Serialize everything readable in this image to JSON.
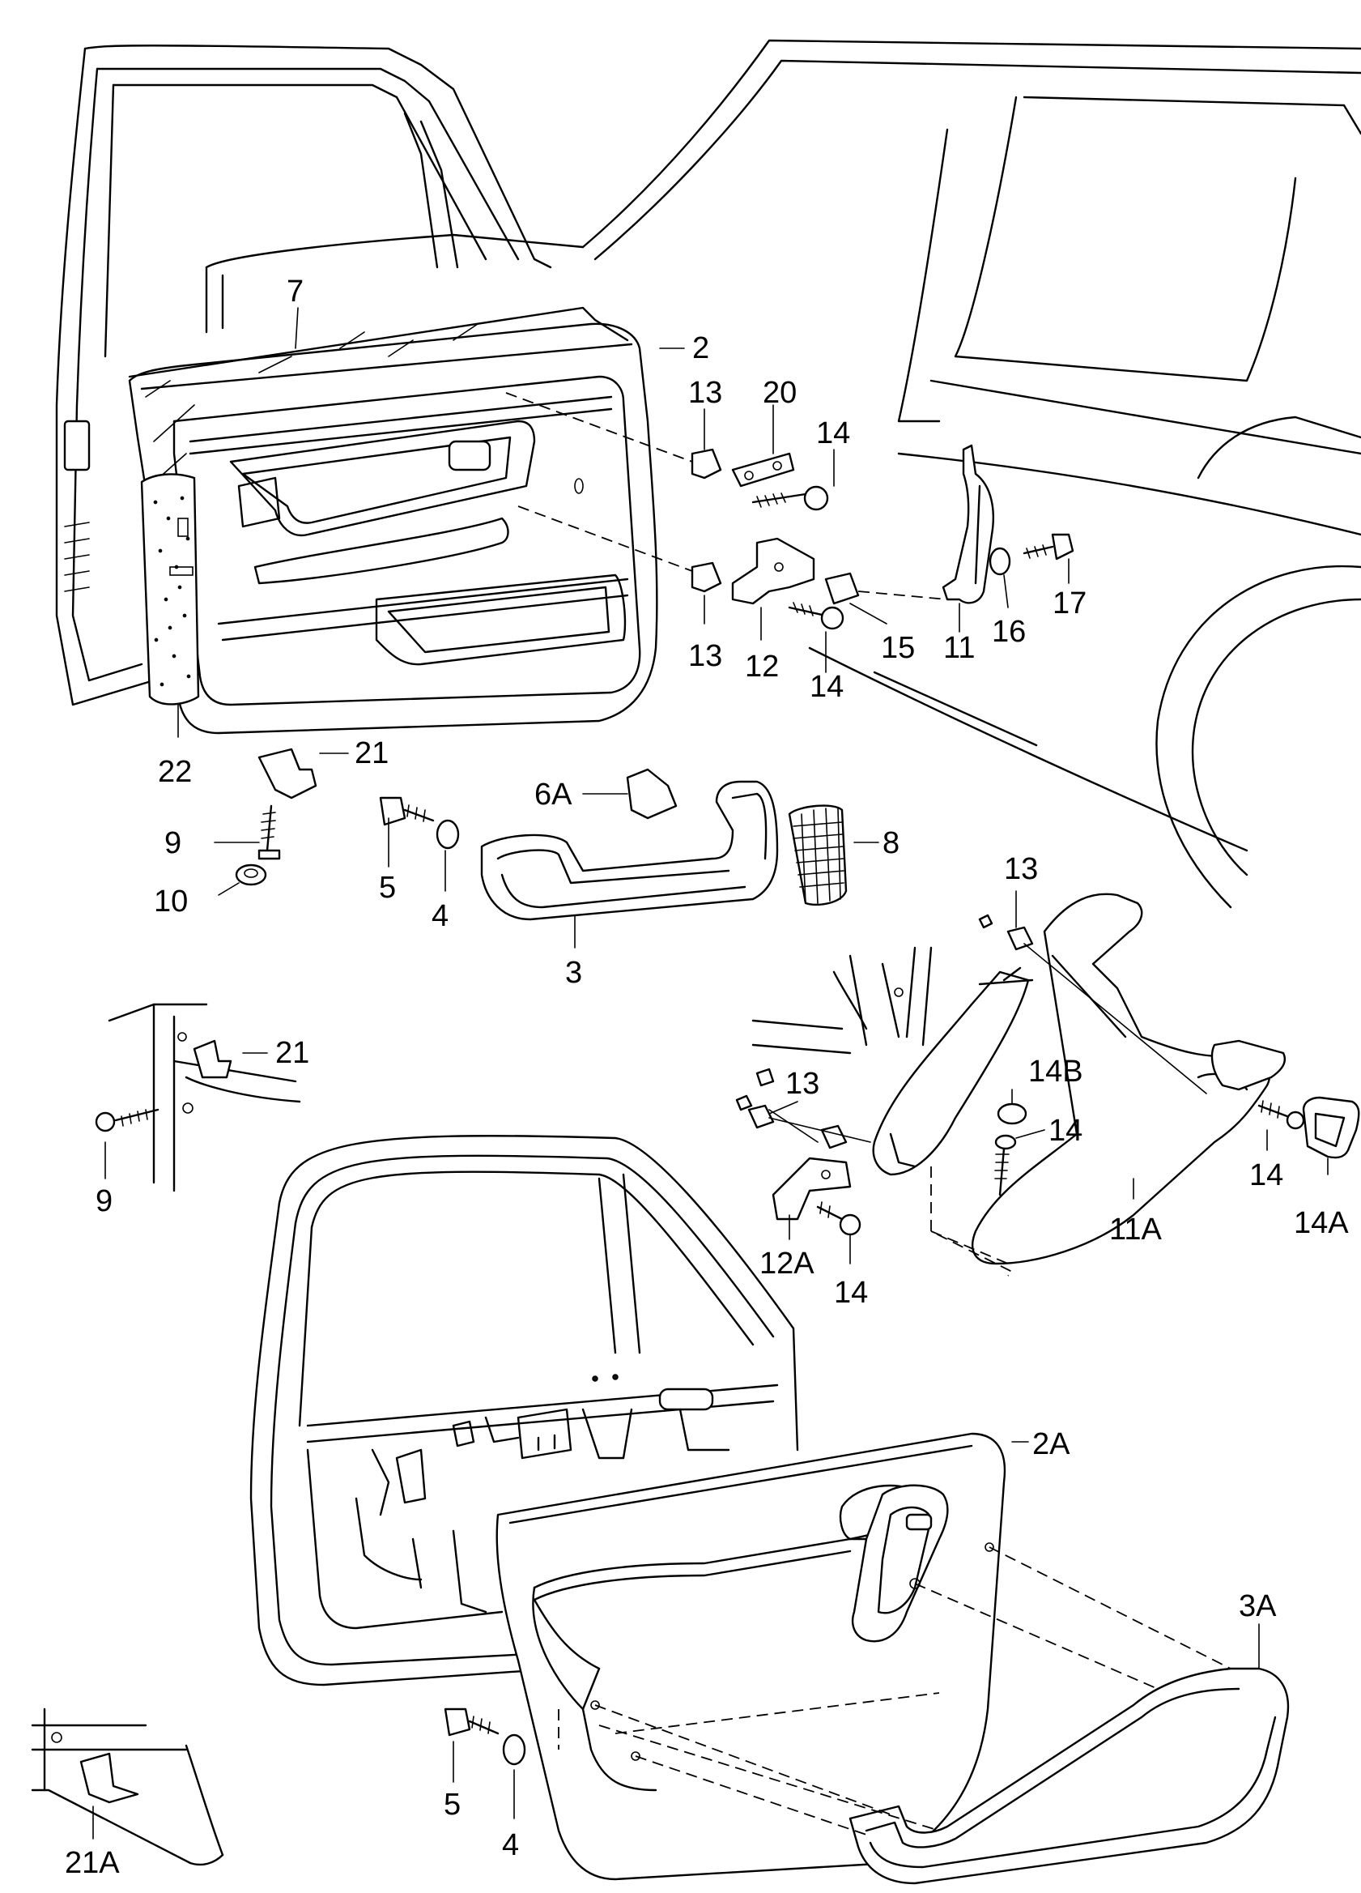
{
  "labels": {
    "l2": "2",
    "l2A": "2A",
    "l3": "3",
    "l3A": "3A",
    "l4a": "4",
    "l4b": "4",
    "l5a": "5",
    "l5b": "5",
    "l6A": "6A",
    "l7": "7",
    "l8": "8",
    "l9a": "9",
    "l9b": "9",
    "l10": "10",
    "l11": "11",
    "l11A": "11A",
    "l12": "12",
    "l12A": "12A",
    "l13a": "13",
    "l13b": "13",
    "l13c": "13",
    "l13d": "13",
    "l14a": "14",
    "l14b": "14",
    "l14c": "14",
    "l14d": "14",
    "l14e": "14",
    "l14A": "14A",
    "l14B": "14B",
    "l15": "15",
    "l16": "16",
    "l17": "17",
    "l20": "20",
    "l21a": "21",
    "l21b": "21",
    "l21A": "21A",
    "l22": "22"
  }
}
